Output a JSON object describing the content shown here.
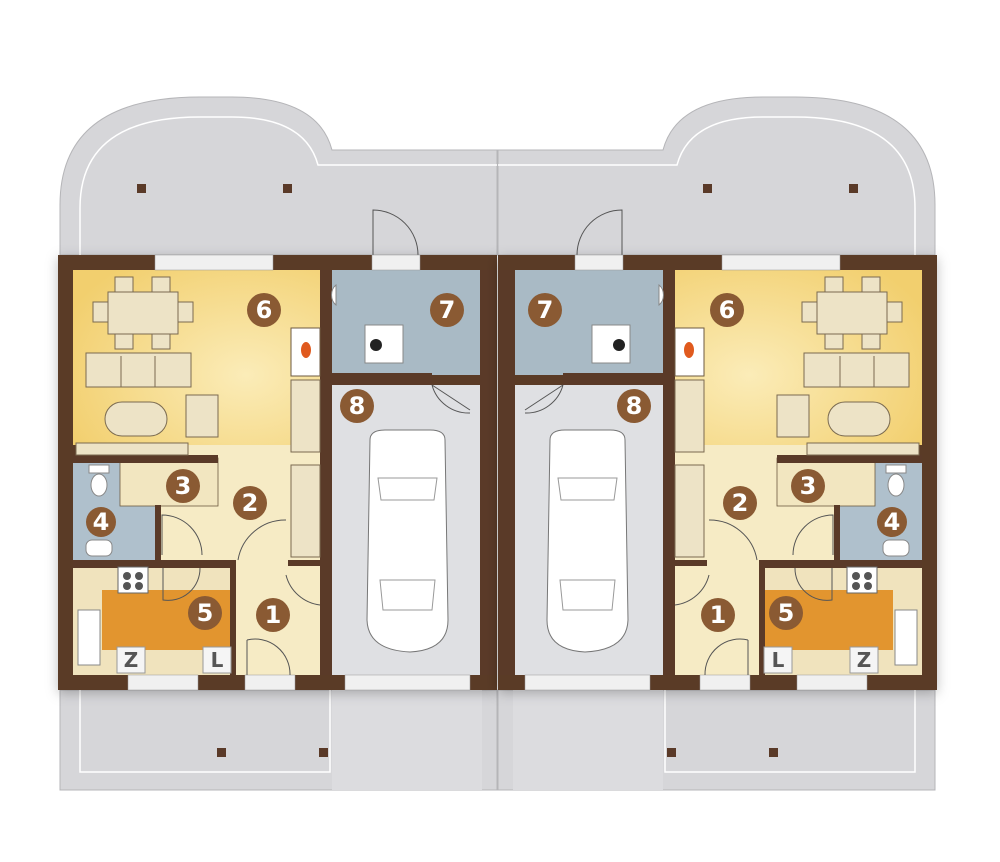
{
  "plan": {
    "units": [
      {
        "side": "left",
        "rooms": [
          {
            "id": "1",
            "label": "1"
          },
          {
            "id": "2",
            "label": "2"
          },
          {
            "id": "3",
            "label": "3"
          },
          {
            "id": "4",
            "label": "4"
          },
          {
            "id": "5",
            "label": "5"
          },
          {
            "id": "6",
            "label": "6"
          },
          {
            "id": "7",
            "label": "7"
          },
          {
            "id": "8",
            "label": "8"
          }
        ],
        "kitchen_marks": [
          "Z",
          "L"
        ]
      },
      {
        "side": "right",
        "rooms": [
          {
            "id": "1",
            "label": "1"
          },
          {
            "id": "2",
            "label": "2"
          },
          {
            "id": "3",
            "label": "3"
          },
          {
            "id": "4",
            "label": "4"
          },
          {
            "id": "5",
            "label": "5"
          },
          {
            "id": "6",
            "label": "6"
          },
          {
            "id": "7",
            "label": "7"
          },
          {
            "id": "8",
            "label": "8"
          }
        ],
        "kitchen_marks": [
          "L",
          "Z"
        ]
      }
    ],
    "colors": {
      "wall": "#5a3a28",
      "living": "#f5d98a",
      "hall": "#f6ebc5",
      "bath": "#afc0cc",
      "kitchen": "#e2952f",
      "garage": "#dfe0e3",
      "terrace": "#d6d6d9",
      "label": "#8a5a33"
    }
  }
}
